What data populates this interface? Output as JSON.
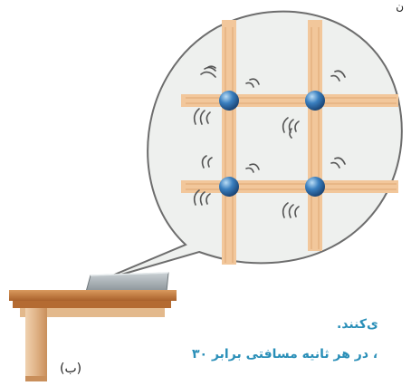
{
  "figure": {
    "top_fragment": "ن",
    "panel_label": "(ب)",
    "caption_line1": "ی‌کنند.",
    "caption_line2": "، در هر ثانیه مسافتی برابر ۳۰"
  },
  "lattice": {
    "atom_count": 4,
    "atom_color": "#2e6ea6",
    "bar_color": "#f2c79b",
    "vibration_mark_color": "#555555"
  },
  "colors": {
    "caption": "#2a8fb8",
    "table_wood": "#c27a3e",
    "block": "#9aa3a8",
    "bubble_fill": "#eef0ee"
  }
}
